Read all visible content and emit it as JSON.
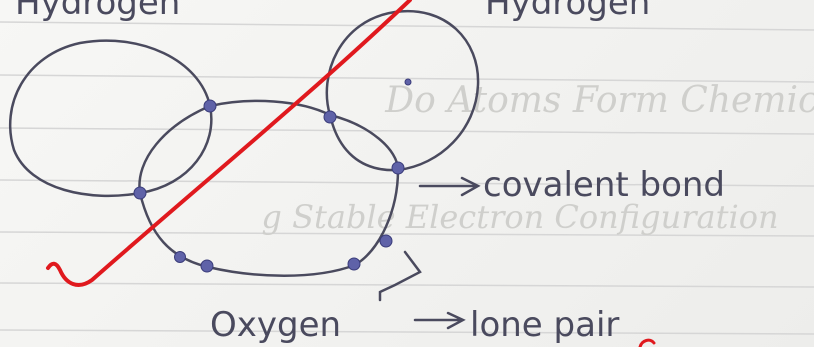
{
  "labels": {
    "hydrogen_left": "Hydrogen",
    "hydrogen_right": "Hydrogen",
    "oxygen": "Oxygen",
    "covalent_bond": "covalent bond",
    "lone_pair": "lone pair"
  },
  "bleed_through": {
    "line1": "Do Atoms Form Chemical Bonds?",
    "line2": "g Stable Electron Configuration"
  },
  "colors": {
    "ink": "#4a4a5e",
    "electron": "#5f62a8",
    "red_mark": "#e0191e",
    "rule": "#d6d6d6"
  }
}
